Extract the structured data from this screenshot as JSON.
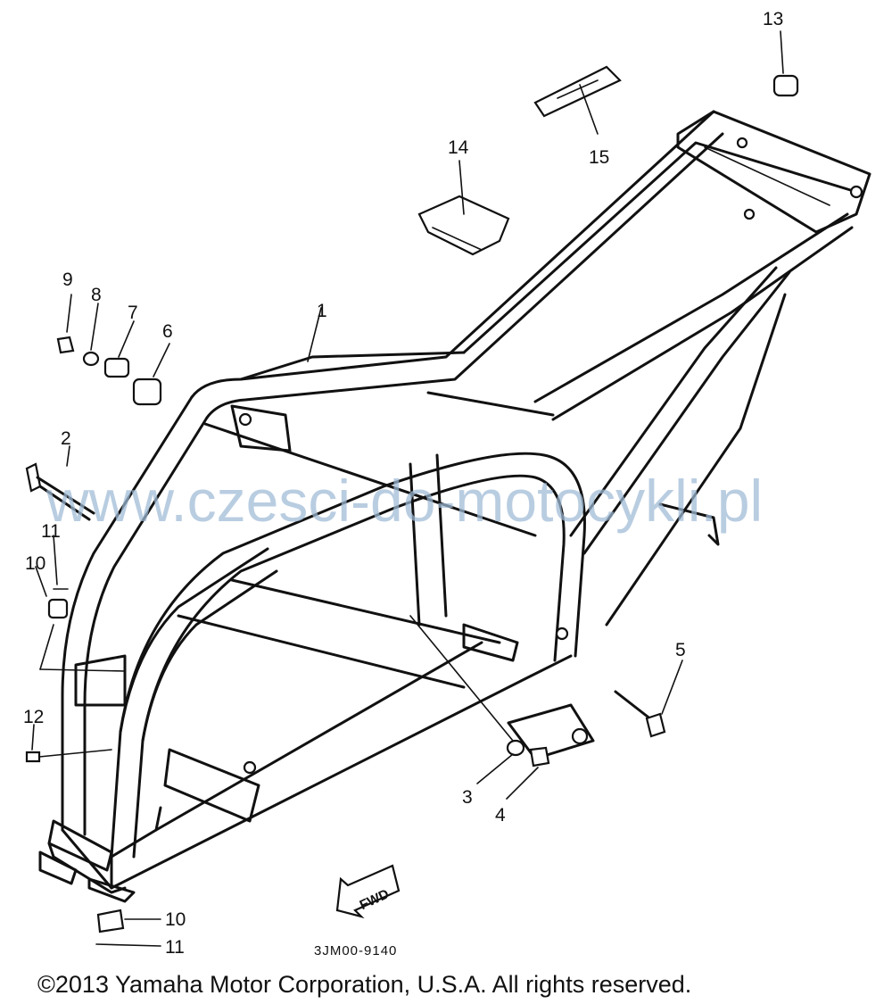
{
  "callouts": [
    "1",
    "2",
    "3",
    "4",
    "5",
    "6",
    "7",
    "8",
    "9",
    "10",
    "10",
    "11",
    "11",
    "12",
    "13",
    "14",
    "15"
  ],
  "diagram_code": "3JM00-9140",
  "direction_label": "FWD",
  "watermark": "www.czesci-do-motocykli.pl",
  "copyright": "©2013 Yamaha Motor Corporation, U.S.A. All rights reserved.",
  "colors": {
    "line": "#111111",
    "watermark": "#9fbbd6",
    "background": "#ffffff"
  }
}
